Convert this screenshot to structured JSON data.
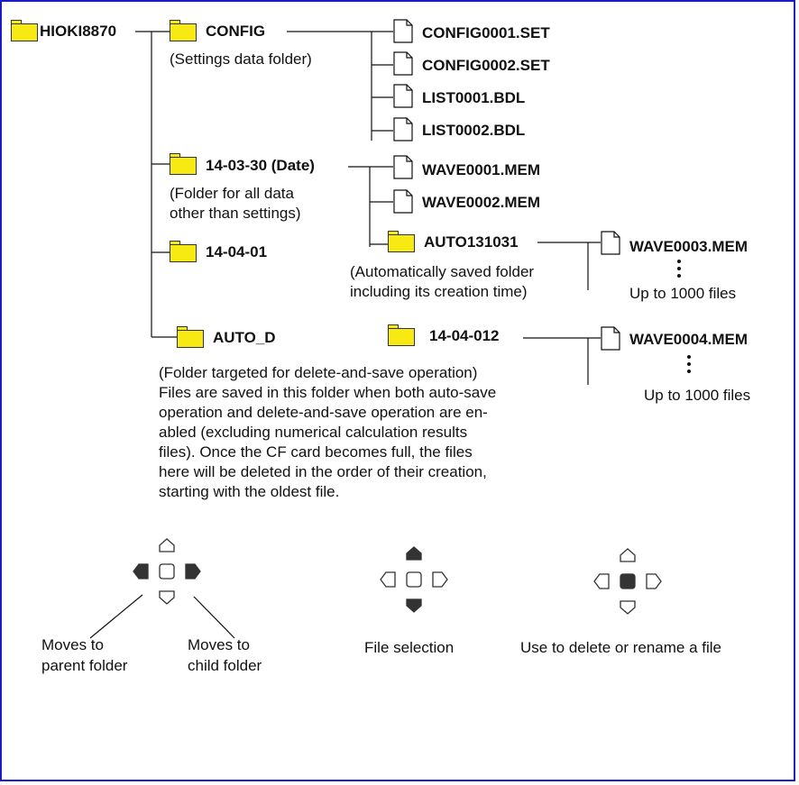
{
  "root": {
    "name": "HIOKI8870"
  },
  "config": {
    "name": "CONFIG",
    "description": "(Settings data folder)",
    "files": [
      "CONFIG0001.SET",
      "CONFIG0002.SET",
      "LIST0001.BDL",
      "LIST0002.BDL"
    ]
  },
  "date_folder": {
    "name": "14-03-30 (Date)",
    "description": [
      "(Folder for all data",
      "other than settings)"
    ],
    "files": [
      "WAVE0001.MEM",
      "WAVE0002.MEM"
    ],
    "auto": {
      "name": "AUTO131031",
      "description": [
        "(Automatically saved folder",
        "including its creation time)"
      ],
      "file": "WAVE0003.MEM",
      "limit": "Up to 1000 files"
    }
  },
  "second_date": {
    "name": "14-04-01"
  },
  "auto_d": {
    "name": "AUTO_D",
    "sub": {
      "name": "14-04-012",
      "file": "WAVE0004.MEM",
      "limit": "Up to 1000 files"
    },
    "description": [
      "(Folder targeted for delete-and-save operation)",
      "Files are saved in this folder when both auto-save",
      "operation and delete-and-save operation are en-",
      "abled (excluding numerical calculation results",
      "files). Once the CF card becomes full, the files",
      "here will be deleted in the order of their creation,",
      "starting with the oldest file."
    ]
  },
  "keys": {
    "parent_label": [
      "Moves to",
      "parent folder"
    ],
    "child_label": [
      "Moves to",
      "child folder"
    ],
    "file_selection": "File selection",
    "delete_rename": "Use to delete or rename a file"
  },
  "colors": {
    "folder": "#f7ea12",
    "frame": "#1a1ac8",
    "key_active": "#333333"
  }
}
